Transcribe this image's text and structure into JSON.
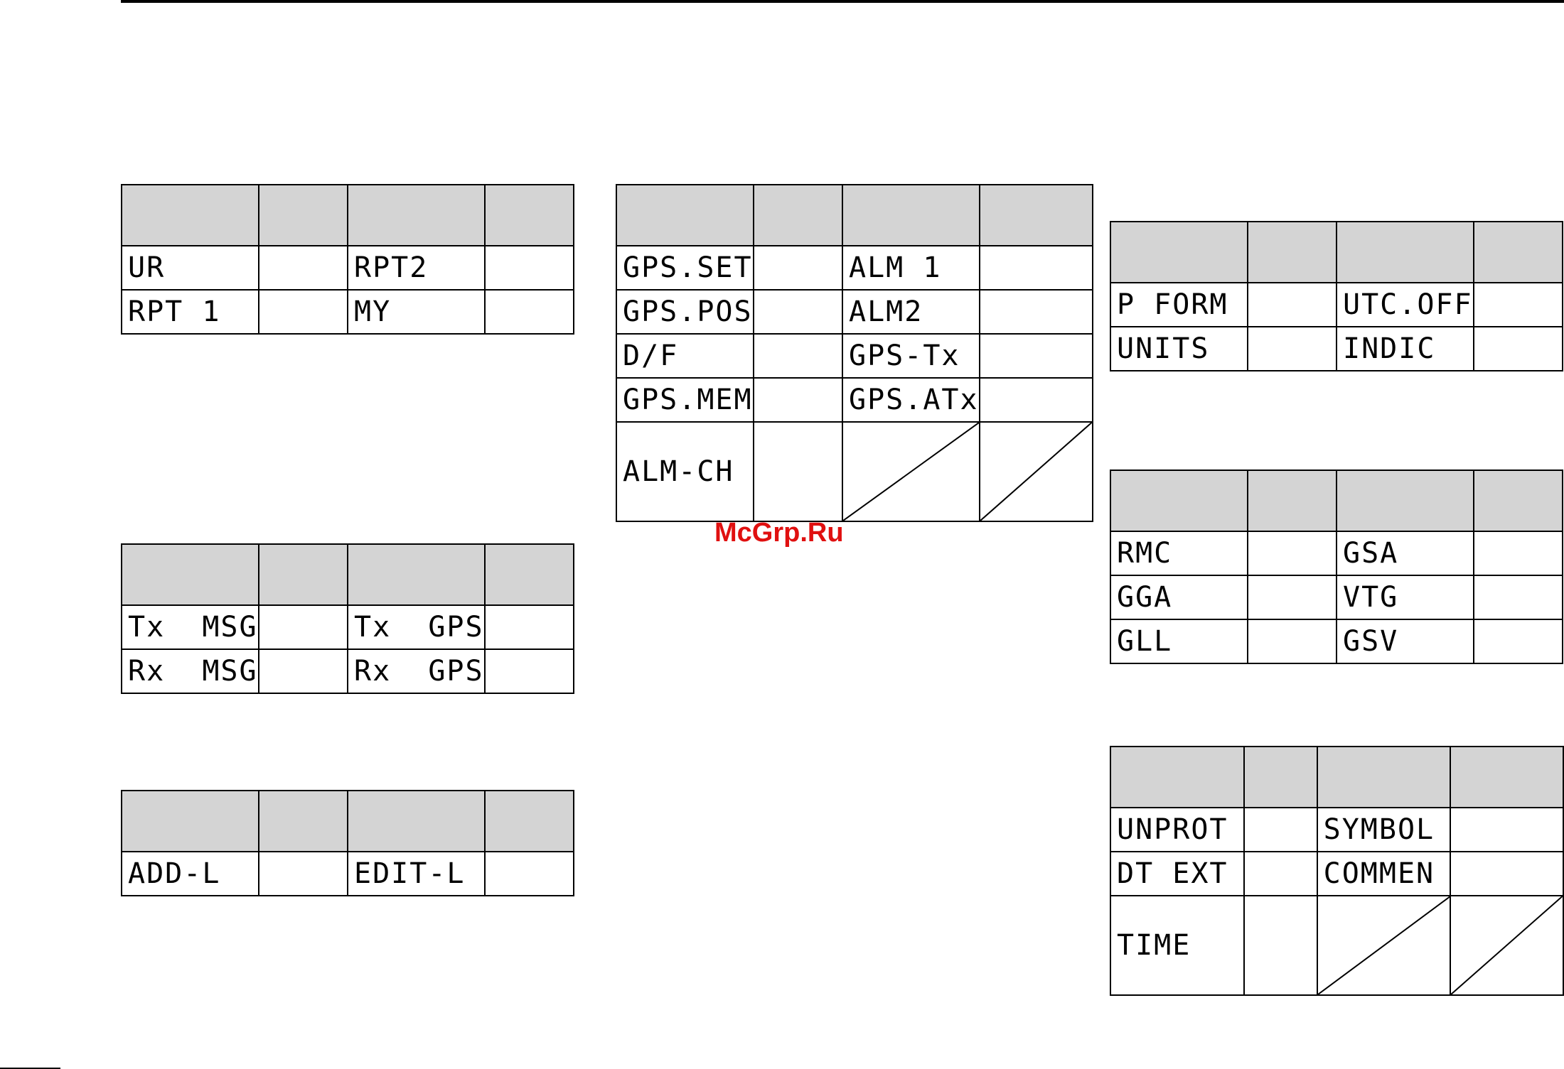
{
  "watermark": "McGrp.Ru",
  "tables": {
    "t1": {
      "rows": [
        [
          "UR",
          "",
          "RPT2",
          ""
        ],
        [
          "RPT 1",
          "",
          "MY",
          ""
        ]
      ]
    },
    "t2": {
      "rows": [
        [
          "Tx  MSG",
          "",
          "Tx  GPS",
          ""
        ],
        [
          "Rx  MSG",
          "",
          "Rx  GPS",
          ""
        ]
      ]
    },
    "t3": {
      "rows": [
        [
          "ADD-L",
          "",
          "EDIT-L",
          ""
        ]
      ]
    },
    "t4": {
      "rows": [
        [
          "GPS.SET",
          "",
          "ALM 1",
          ""
        ],
        [
          "GPS.POS",
          "",
          "ALM2",
          ""
        ],
        [
          "D/F",
          "",
          "GPS-Tx",
          ""
        ],
        [
          "GPS.MEM",
          "",
          "GPS.ATx",
          ""
        ],
        [
          "ALM-CH",
          "",
          "",
          ""
        ]
      ]
    },
    "t5": {
      "rows": [
        [
          "P FORM",
          "",
          "UTC.OFF",
          ""
        ],
        [
          "UNITS",
          "",
          "INDIC",
          ""
        ]
      ]
    },
    "t6": {
      "rows": [
        [
          "RMC",
          "",
          "GSA",
          ""
        ],
        [
          "GGA",
          "",
          "VTG",
          ""
        ],
        [
          "GLL",
          "",
          "GSV",
          ""
        ]
      ]
    },
    "t7": {
      "rows": [
        [
          "UNPROT",
          "",
          "SYMBOL",
          ""
        ],
        [
          "DT EXT",
          "",
          "COMMEN",
          ""
        ],
        [
          "TIME",
          "",
          "",
          ""
        ]
      ]
    }
  }
}
